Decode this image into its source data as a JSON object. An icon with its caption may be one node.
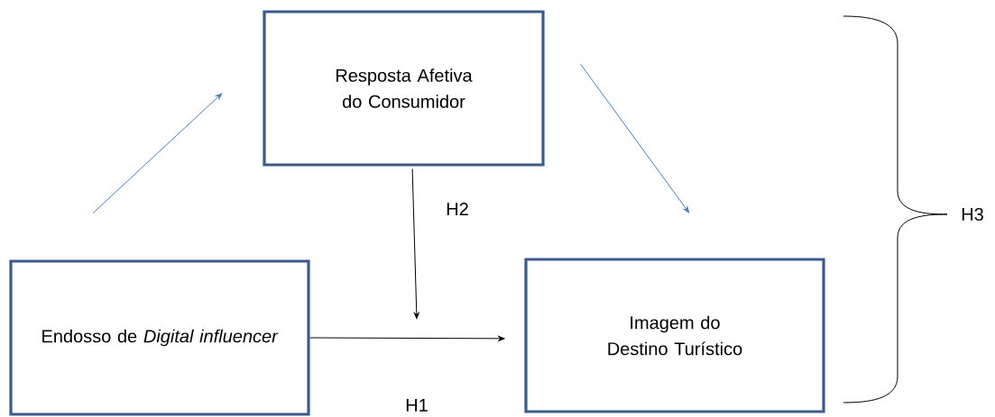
{
  "diagram": {
    "nodes": [
      {
        "text": [
          "Resposta Afetiva do Consumidor"
        ]
      },
      {
        "text": [
          "Endosso de *Digital influencer*"
        ]
      },
      {
        "text": [
          "Imagem do Destino Turístico"
        ]
      }
    ],
    "edges": [
      {
        "from": 1,
        "to": 0,
        "arrow": "to",
        "color": "#4a7ebb"
      },
      {
        "from": 0,
        "to": 2,
        "arrow": "to",
        "color": "#4a7ebb"
      },
      {
        "from": 0,
        "to": null,
        "arrow": "to",
        "label": "H2",
        "color": "#000000"
      },
      {
        "from": 1,
        "to": 2,
        "arrow": "to",
        "label": "H1",
        "color": "#000000"
      }
    ],
    "labels": [
      "H3"
    ]
  }
}
